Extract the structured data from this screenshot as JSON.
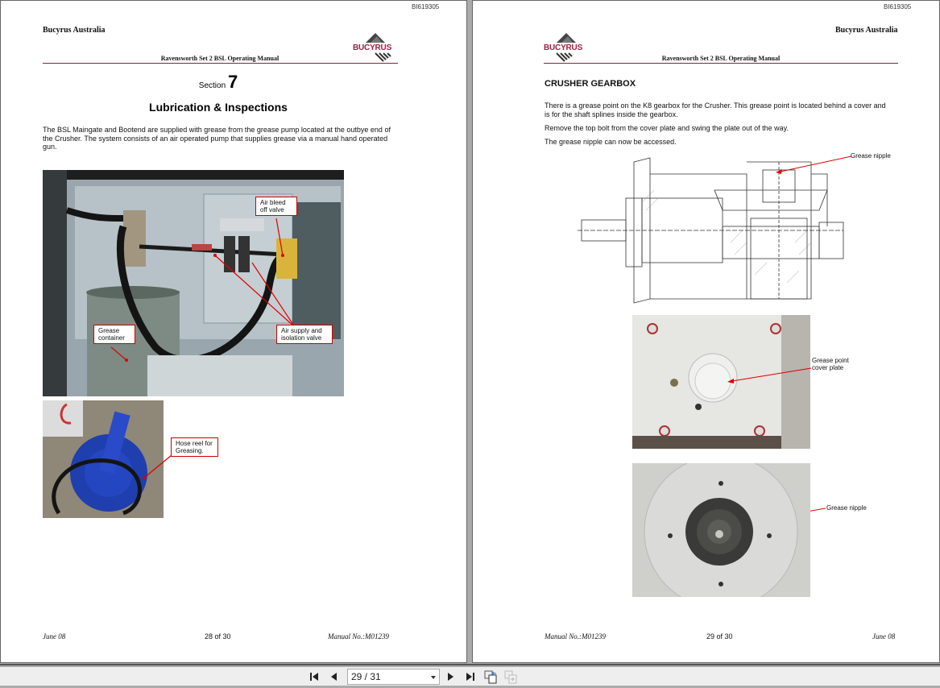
{
  "header": {
    "doc_id": "BI619305",
    "company": "Bucyrus Australia",
    "manual_title": "Ravensworth Set 2 BSL Operating Manual",
    "logo_text": "BUCYRUS"
  },
  "left_page": {
    "section_prefix": "Section",
    "section_number": "7",
    "heading": "Lubrication & Inspections",
    "intro": "The BSL Maingate and Bootend are supplied with grease from the grease pump located at the outbye end of the Crusher. The system consists of an air operated pump that supplies grease via a manual hand operated gun.",
    "photo1_callouts": {
      "air_bleed": "Air bleed off valve",
      "grease_container": "Grease container",
      "air_supply": "Air supply and isolation valve"
    },
    "photo2_callouts": {
      "hose_reel": "Hose reel for Greasing."
    },
    "footer": {
      "date": "June 08",
      "page": "28 of 30",
      "manual_no": "Manual No.:M01239"
    }
  },
  "right_page": {
    "heading": "CRUSHER GEARBOX",
    "paragraphs": [
      "There is a grease point on the K8 gearbox for the Crusher. This grease point is located behind a cover and is for the shaft splines inside the gearbox.",
      "Remove the top bolt from the cover plate and swing the plate out of the way.",
      "The grease nipple can now be accessed."
    ],
    "diagram_label": "Grease nipple",
    "photo1_label": "Grease point cover plate",
    "photo2_label": "Grease nipple",
    "footer": {
      "manual_no": "Manual No.:M01239",
      "page": "29 of 30",
      "date": "June 08"
    }
  },
  "toolbar": {
    "page_indicator": "29 / 31",
    "first_page_icon": "first-page-icon",
    "prev_page_icon": "prev-page-icon",
    "next_page_icon": "next-page-icon",
    "last_page_icon": "last-page-icon",
    "back_view_icon": "previous-view-icon",
    "forward_view_icon": "next-view-icon"
  }
}
